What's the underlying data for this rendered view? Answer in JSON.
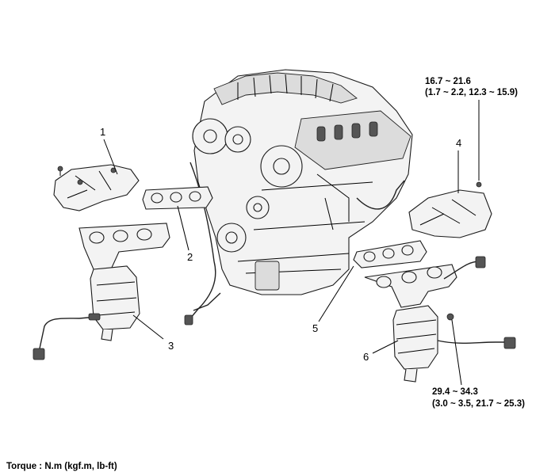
{
  "callouts": {
    "c1": "1",
    "c2": "2",
    "c3": "3",
    "c4": "4",
    "c5": "5",
    "c6": "6"
  },
  "torques": {
    "top_right_line1": "16.7 ~ 21.6",
    "top_right_line2": "(1.7 ~ 2.2, 12.3 ~ 15.9)",
    "bottom_right_line1": "29.4 ~ 34.3",
    "bottom_right_line2": "(3.0 ~ 3.5, 21.7 ~ 25.3)"
  },
  "footer": {
    "torque_units": "Torque : N.m (kgf.m, lb-ft)"
  }
}
